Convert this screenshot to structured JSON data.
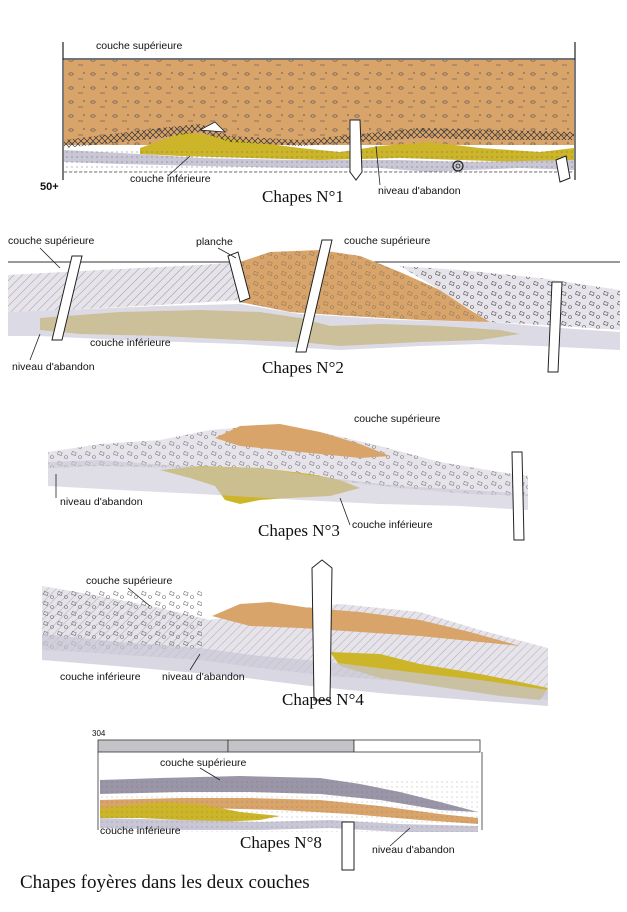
{
  "colors": {
    "upper_layer": "#d9a46a",
    "lower_layer": "#cdb52a",
    "abandon_level": "#c9c6d6",
    "rubble": "#e6e4ea",
    "ink": "#222222"
  },
  "panels": [
    {
      "title": "Chapes N°1",
      "labels": {
        "upper": "couche supérieure",
        "lower": "couche inférieure",
        "abandon": "niveau d'abandon",
        "scale": "50+"
      }
    },
    {
      "title": "Chapes N°2",
      "labels": {
        "upper_left": "couche supérieure",
        "plank": "planche",
        "upper_right": "couche supérieure",
        "lower": "couche inférieure",
        "abandon": "niveau d'abandon"
      }
    },
    {
      "title": "Chapes N°3",
      "labels": {
        "upper": "couche supérieure",
        "abandon": "niveau d'abandon",
        "lower": "couche inférieure"
      }
    },
    {
      "title": "Chapes N°4",
      "labels": {
        "upper": "couche supérieure",
        "lower": "couche inférieure",
        "abandon": "niveau d'abandon"
      }
    },
    {
      "title": "Chapes N°8",
      "labels": {
        "scale": "304",
        "upper": "couche supérieure",
        "lower": "couche inférieure",
        "abandon": "niveau d'abandon"
      }
    }
  ],
  "caption": "Chapes foyères dans les deux couches"
}
